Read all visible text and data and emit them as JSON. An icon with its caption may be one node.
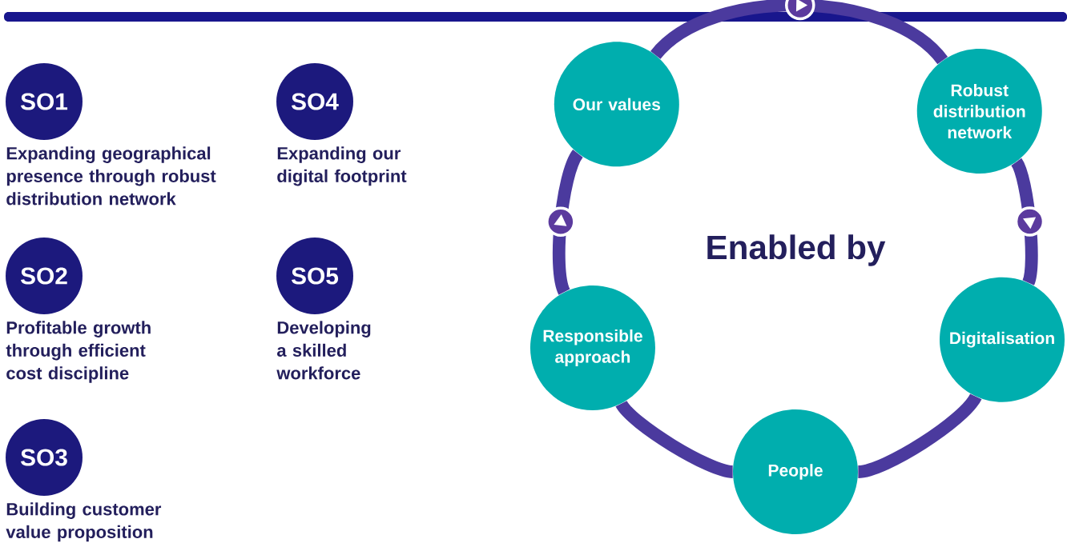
{
  "diagram": {
    "nodes": [
      {
        "text": [
          "SO1",
          "Expanding geographical presence through robust distribution network"
        ]
      },
      {
        "text": [
          "SO4",
          "Expanding our digital footprint"
        ]
      },
      {
        "text": [
          "SO2",
          "Profitable growth through efficient cost discipline"
        ]
      },
      {
        "text": [
          "SO5",
          "Developing a skilled workforce"
        ]
      },
      {
        "text": [
          "SO3",
          "Building customer value proposition"
        ]
      },
      {
        "text": [
          "Our values"
        ]
      },
      {
        "text": [
          "Robust distribution network"
        ]
      },
      {
        "text": [
          "Digitalisation"
        ]
      },
      {
        "text": [
          "People"
        ]
      },
      {
        "text": [
          "Responsible approach"
        ]
      }
    ],
    "edges": [
      {
        "from": 5,
        "to": 6,
        "arrow": "to"
      },
      {
        "from": 6,
        "to": 7,
        "arrow": "to"
      },
      {
        "from": 7,
        "to": 8,
        "arrow": "none"
      },
      {
        "from": 8,
        "to": 9,
        "arrow": "none"
      },
      {
        "from": 9,
        "to": 5,
        "arrow": "to"
      }
    ],
    "labels": [
      "Enabled by"
    ]
  }
}
